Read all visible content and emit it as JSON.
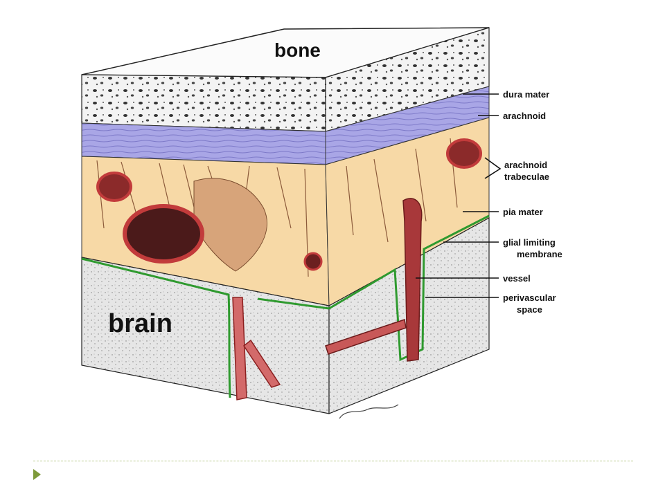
{
  "diagram": {
    "labels": {
      "bone": "bone",
      "brain": "brain",
      "dura_mater": "dura mater",
      "arachnoid": "arachnoid",
      "arachnoid_trabeculae": [
        "arachnoid",
        "trabeculae"
      ],
      "pia_mater": "pia mater",
      "glial_limiting_membrane": [
        "glial limiting",
        "membrane"
      ],
      "vessel": "vessel",
      "perivascular_space": [
        "perivascular",
        "space"
      ]
    },
    "colors": {
      "bone": "#f3f3f3",
      "dura": "#a9a6e6",
      "subarachnoid": "#f7d9a6",
      "trabeculae": "#d7a47a",
      "brain": "#e3e3e3",
      "vessel": "#c23b3b",
      "pia": "#2f9a2f"
    }
  },
  "footer": {
    "bullet_icon": "triangle-bullet-icon",
    "rule_color": "#b7c98a",
    "bullet_color": "#7e9a3a"
  }
}
